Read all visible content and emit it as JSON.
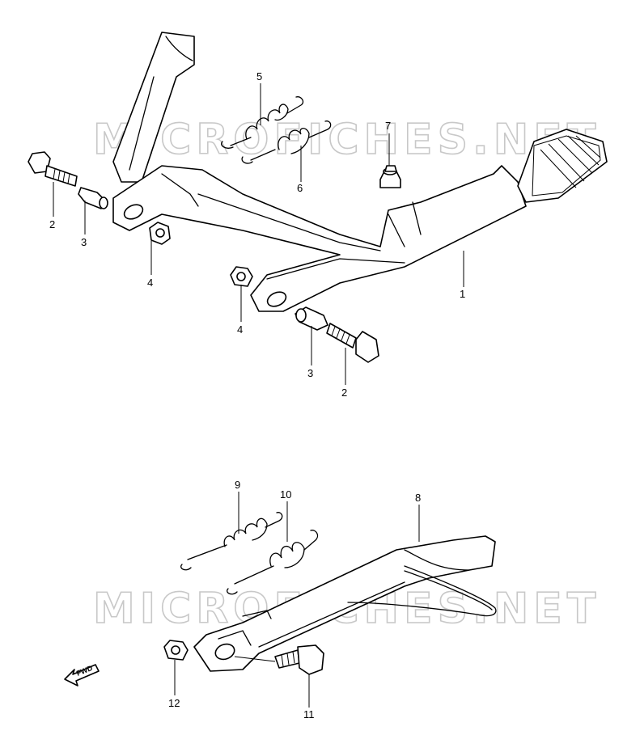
{
  "watermarks": {
    "top": "MICROFICHES.NET",
    "bottom": "MICROFICHES.NET"
  },
  "fwd_label": "FWD",
  "callouts": {
    "c1": "1",
    "c2a": "2",
    "c2b": "2",
    "c3a": "3",
    "c3b": "3",
    "c4a": "4",
    "c4b": "4",
    "c5": "5",
    "c6": "6",
    "c7": "7",
    "c8": "8",
    "c9": "9",
    "c10": "10",
    "c11": "11",
    "c12": "12"
  }
}
